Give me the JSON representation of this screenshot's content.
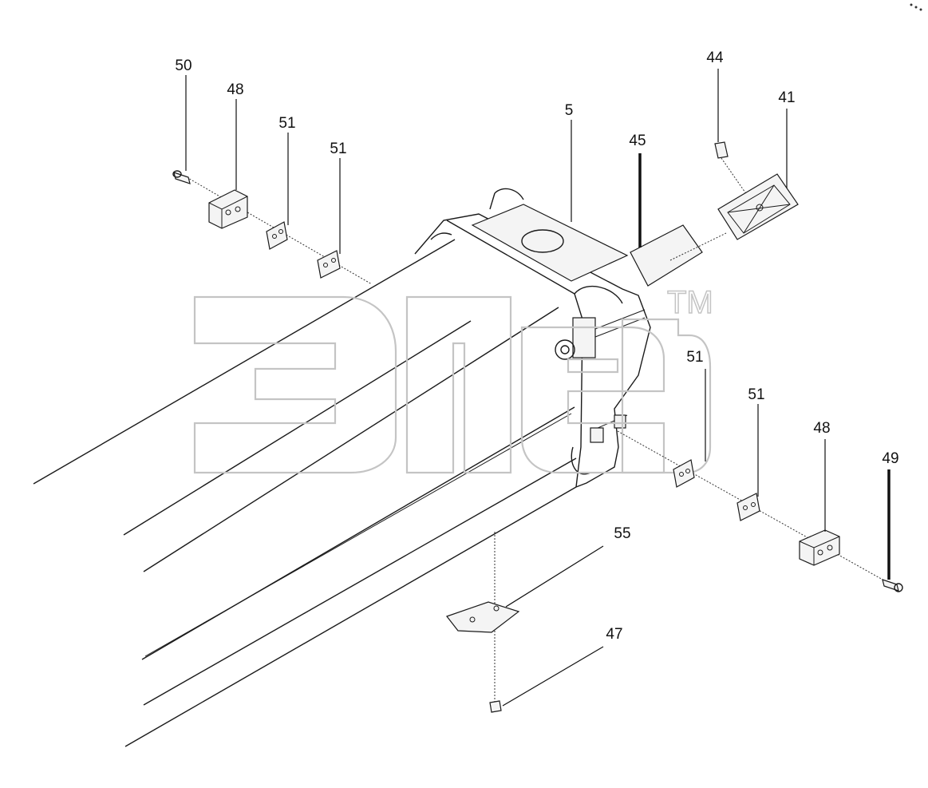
{
  "callouts": [
    {
      "id": "c50",
      "text": "50"
    },
    {
      "id": "c48a",
      "text": "48"
    },
    {
      "id": "c51a",
      "text": "51"
    },
    {
      "id": "c51b",
      "text": "51"
    },
    {
      "id": "c5",
      "text": "5"
    },
    {
      "id": "c45",
      "text": "45"
    },
    {
      "id": "c44",
      "text": "44"
    },
    {
      "id": "c41",
      "text": "41"
    },
    {
      "id": "c51c",
      "text": "51"
    },
    {
      "id": "c51d",
      "text": "51"
    },
    {
      "id": "c48b",
      "text": "48"
    },
    {
      "id": "c49",
      "text": "49"
    },
    {
      "id": "c55",
      "text": "55"
    },
    {
      "id": "c47",
      "text": "47"
    }
  ],
  "watermark": {
    "text": "элеб",
    "mark": "TM"
  }
}
